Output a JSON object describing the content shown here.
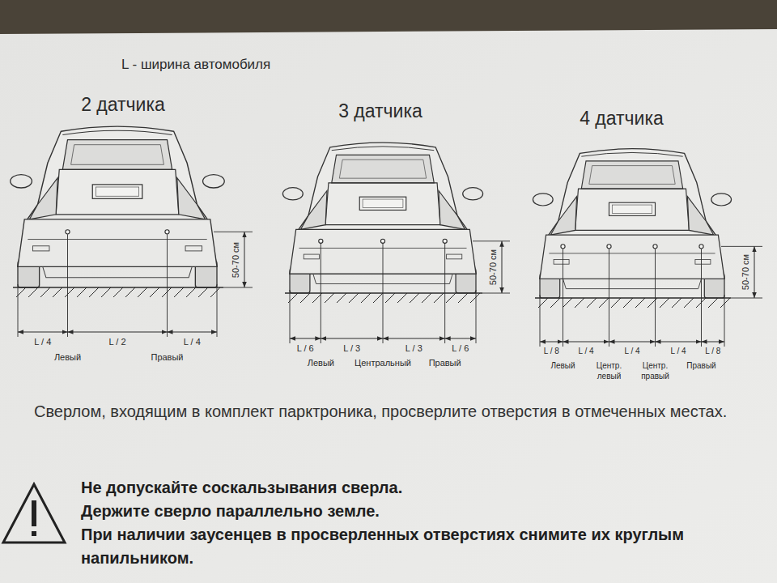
{
  "diagram": {
    "labels": [
      "L - ширина автомобиля",
      "2 датчика",
      "3 датчика",
      "4 датчика",
      "50-70 см",
      "L / 4",
      "L / 2",
      "L / 4",
      "Левый",
      "Правый",
      "50-70 см",
      "L / 6",
      "L / 3",
      "L / 3",
      "L / 6",
      "Левый",
      "Центральный",
      "Правый",
      "50-70 см",
      "L / 8",
      "L / 4",
      "L / 4",
      "L / 4",
      "L / 8",
      "Левый",
      "Центр. левый",
      "Центр. правый",
      "Правый",
      "Сверлом, входящим в комплект парктроника, просверлите отверстия в отмеченных местах.",
      "Не допускайте соскальзывания сверла.",
      "Держите сверло параллельно земле.",
      "При наличии заусенцев в просверленных отверстиях снимите их круглым напильником."
    ]
  }
}
